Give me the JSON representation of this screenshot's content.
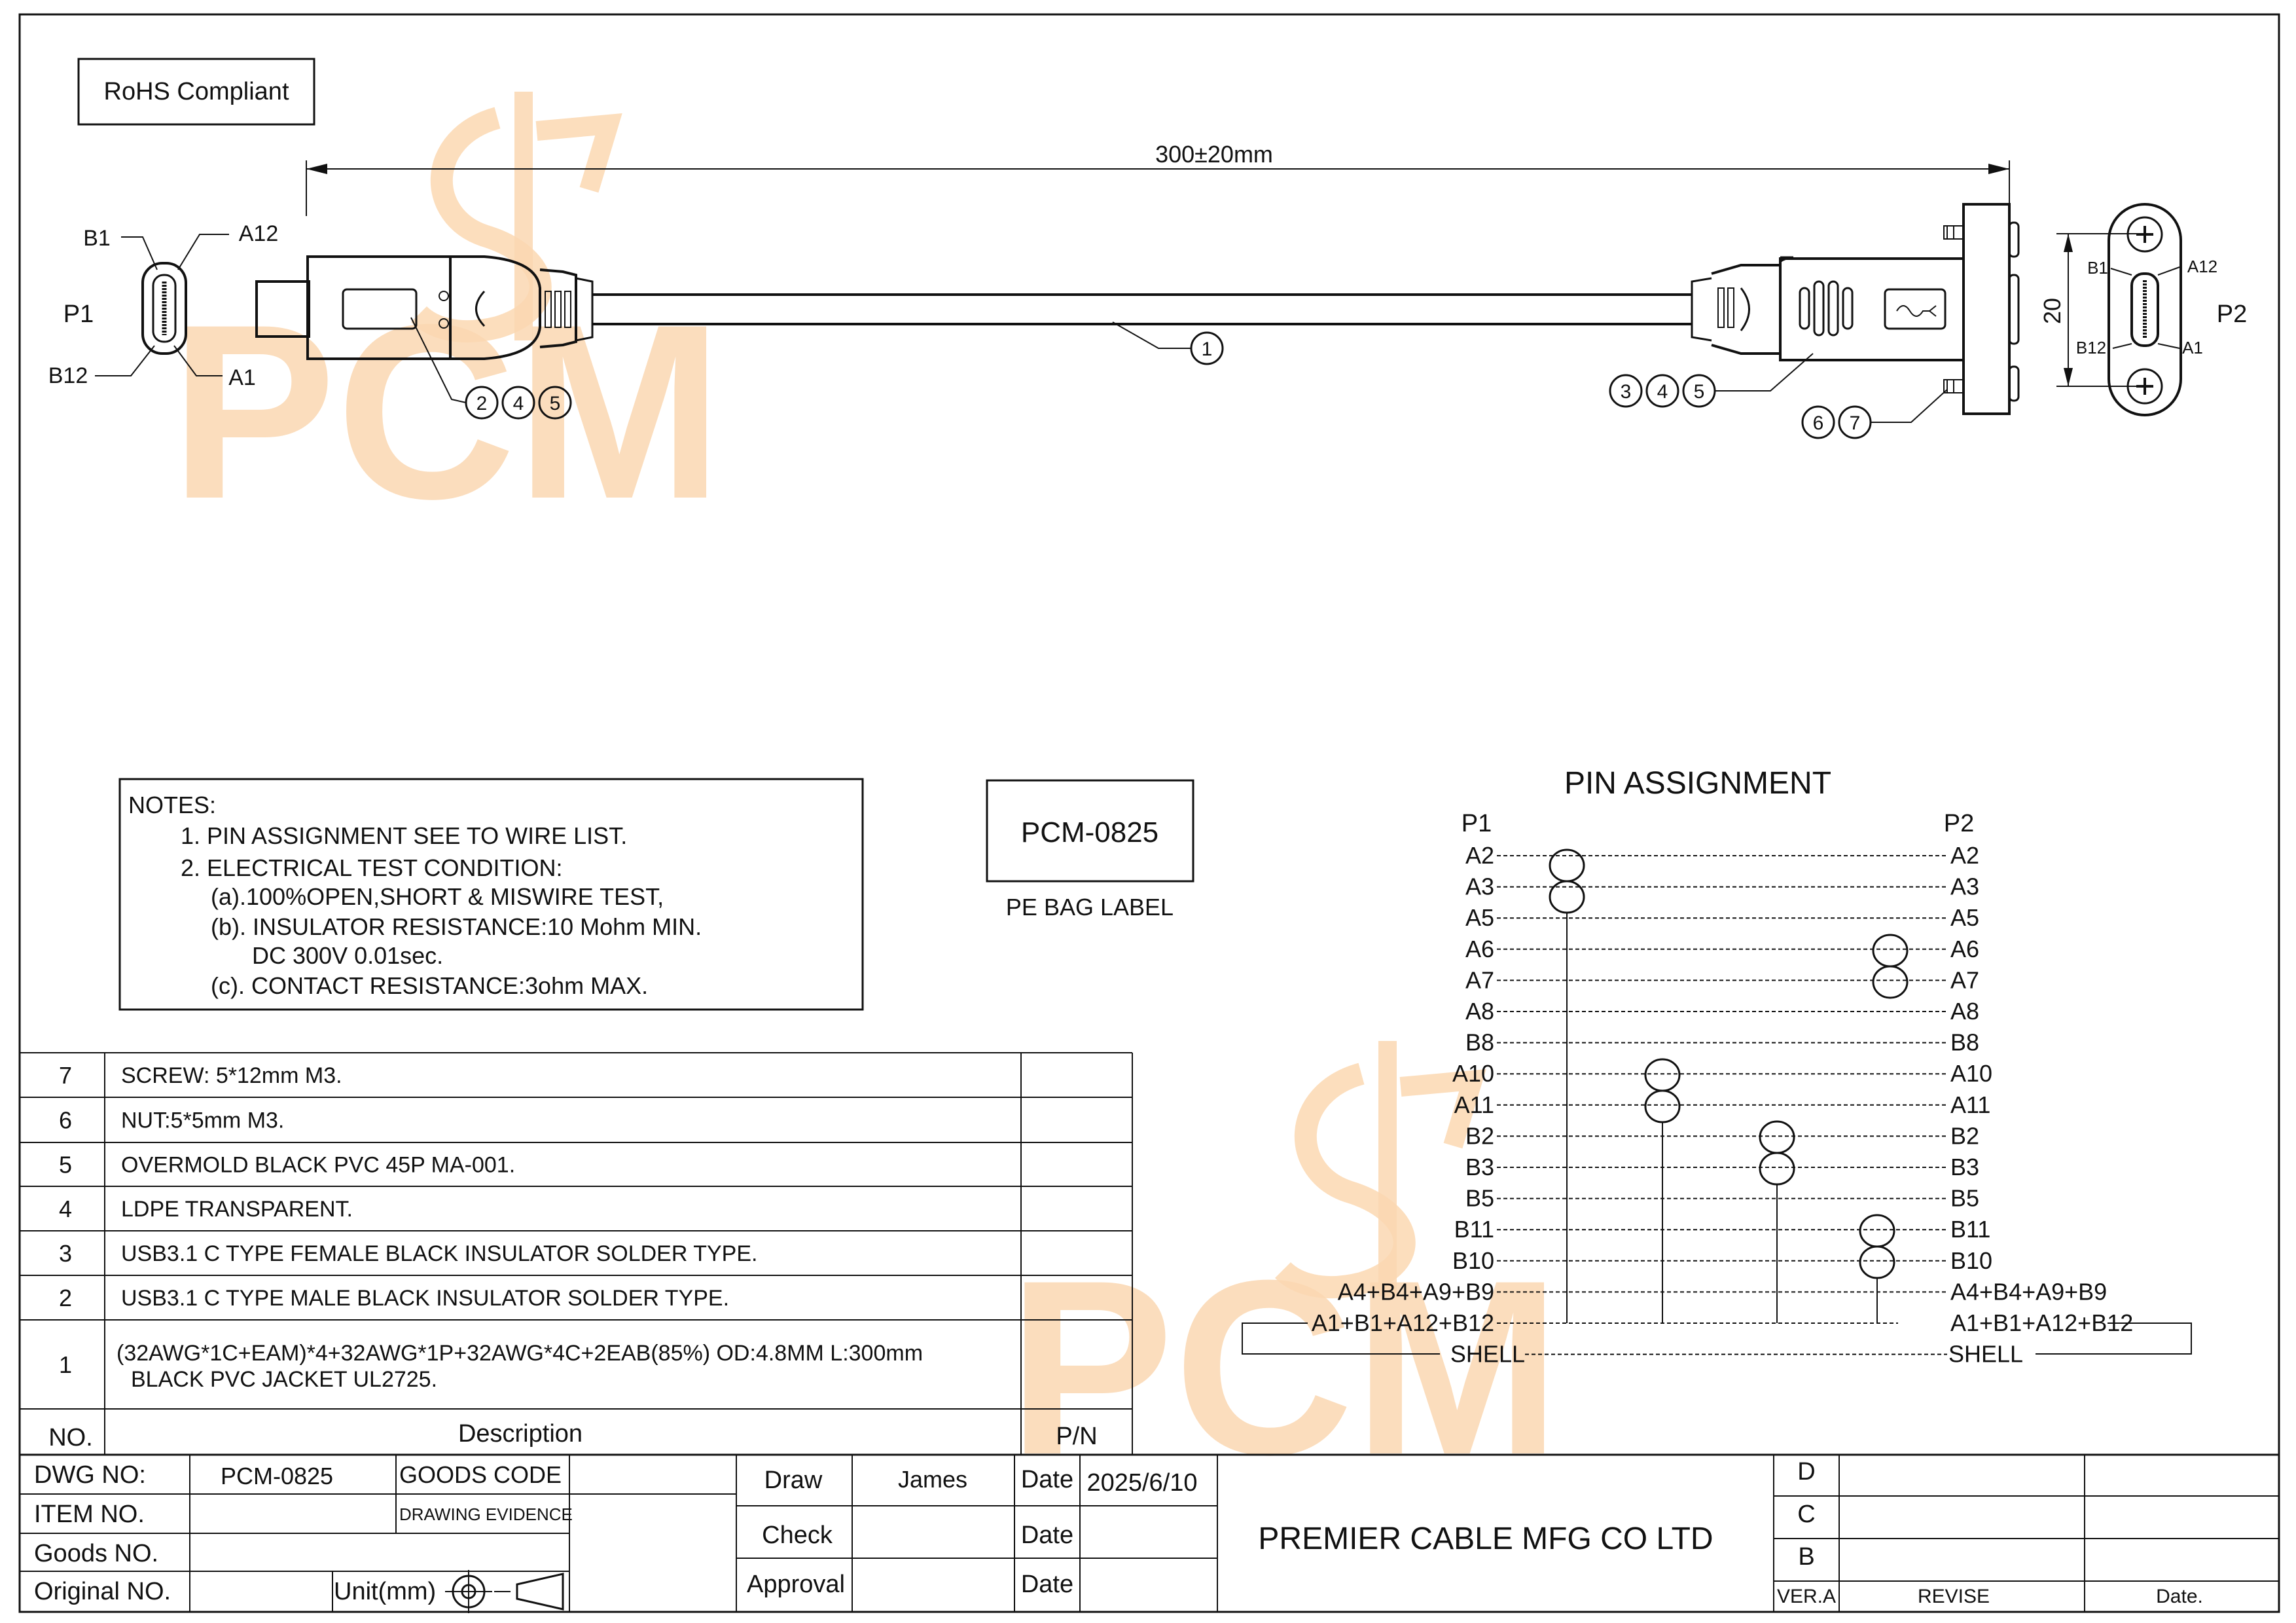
{
  "rohs": "RoHS Compliant",
  "length_dim": "300±20mm",
  "watermark": "PCM",
  "p1": {
    "label": "P1",
    "pins": {
      "b1": "B1",
      "a12": "A12",
      "b12": "B12",
      "a1": "A1"
    }
  },
  "p2": {
    "label": "P2",
    "pins": {
      "b1": "B1",
      "a12": "A12",
      "b12": "B12",
      "a1": "A1"
    },
    "dim": "20"
  },
  "callouts": {
    "c1": [
      "1"
    ],
    "c245": [
      "2",
      "4",
      "5"
    ],
    "c345": [
      "3",
      "4",
      "5"
    ],
    "c67": [
      "6",
      "7"
    ]
  },
  "notes": {
    "header": "NOTES:",
    "lines": [
      "1. PIN ASSIGNMENT SEE TO WIRE LIST.",
      "2. ELECTRICAL TEST CONDITION:",
      "(a).100%OPEN,SHORT & MISWIRE TEST,",
      "(b). INSULATOR RESISTANCE:10 Mohm MIN.",
      "DC 300V 0.01sec.",
      "(c). CONTACT RESISTANCE:3ohm MAX."
    ]
  },
  "label_box": {
    "code": "PCM-0825",
    "caption": "PE BAG LABEL"
  },
  "pin_assignment": {
    "title": "PIN ASSIGNMENT",
    "p1": "P1",
    "p2": "P2",
    "rows": [
      {
        "left": "A2",
        "right": "A2"
      },
      {
        "left": "A3",
        "right": "A3"
      },
      {
        "left": "A5",
        "right": "A5"
      },
      {
        "left": "A6",
        "right": "A6"
      },
      {
        "left": "A7",
        "right": "A7"
      },
      {
        "left": "A8",
        "right": "A8"
      },
      {
        "left": "B8",
        "right": "B8"
      },
      {
        "left": "A10",
        "right": "A10"
      },
      {
        "left": "A11",
        "right": "A11"
      },
      {
        "left": "B2",
        "right": "B2"
      },
      {
        "left": "B3",
        "right": "B3"
      },
      {
        "left": "B5",
        "right": "B5"
      },
      {
        "left": "B11",
        "right": "B11"
      },
      {
        "left": "B10",
        "right": "B10"
      },
      {
        "left": "A4+B4+A9+B9",
        "right": "A4+B4+A9+B9"
      },
      {
        "left": "A1+B1+A12+B12",
        "right": "A1+B1+A12+B12"
      },
      {
        "left": "SHELL",
        "right": "SHELL"
      }
    ]
  },
  "bom": {
    "items": [
      {
        "no": "7",
        "desc": [
          "SCREW: 5*12mm M3."
        ],
        "pn": ""
      },
      {
        "no": "6",
        "desc": [
          "NUT:5*5mm M3."
        ],
        "pn": ""
      },
      {
        "no": "5",
        "desc": [
          "OVERMOLD BLACK PVC 45P MA-001."
        ],
        "pn": ""
      },
      {
        "no": "4",
        "desc": [
          "LDPE TRANSPARENT."
        ],
        "pn": ""
      },
      {
        "no": "3",
        "desc": [
          "USB3.1 C TYPE FEMALE BLACK INSULATOR SOLDER TYPE."
        ],
        "pn": ""
      },
      {
        "no": "2",
        "desc": [
          "USB3.1 C TYPE MALE BLACK INSULATOR SOLDER TYPE."
        ],
        "pn": ""
      },
      {
        "no": "1",
        "desc": [
          "(32AWG*1C+EAM)*4+32AWG*1P+32AWG*4C+2EAB(85%)  OD:4.8MM   L:300mm",
          "BLACK PVC JACKET UL2725."
        ],
        "pn": ""
      }
    ],
    "header": {
      "no": "NO.",
      "desc": "Description",
      "pn": "P/N"
    }
  },
  "title_block": {
    "dwg_no_label": "DWG NO:",
    "dwg_no": "PCM-0825",
    "goods_code_label": "GOODS CODE",
    "item_no_label": "ITEM NO.",
    "drawing_evidence": "DRAWING EVIDENCE",
    "goods_no_label": "Goods NO.",
    "original_no_label": "Original NO.",
    "unit": "Unit(mm)",
    "draw_label": "Draw",
    "draw_name": "James",
    "check_label": "Check",
    "approval_label": "Approval",
    "date_label": "Date",
    "draw_date": "2025/6/10",
    "company": "PREMIER CABLE MFG CO LTD",
    "rev_d": "D",
    "rev_c": "C",
    "rev_b": "B",
    "ver": "VER.A",
    "revise": "REVISE",
    "date_col": "Date."
  }
}
